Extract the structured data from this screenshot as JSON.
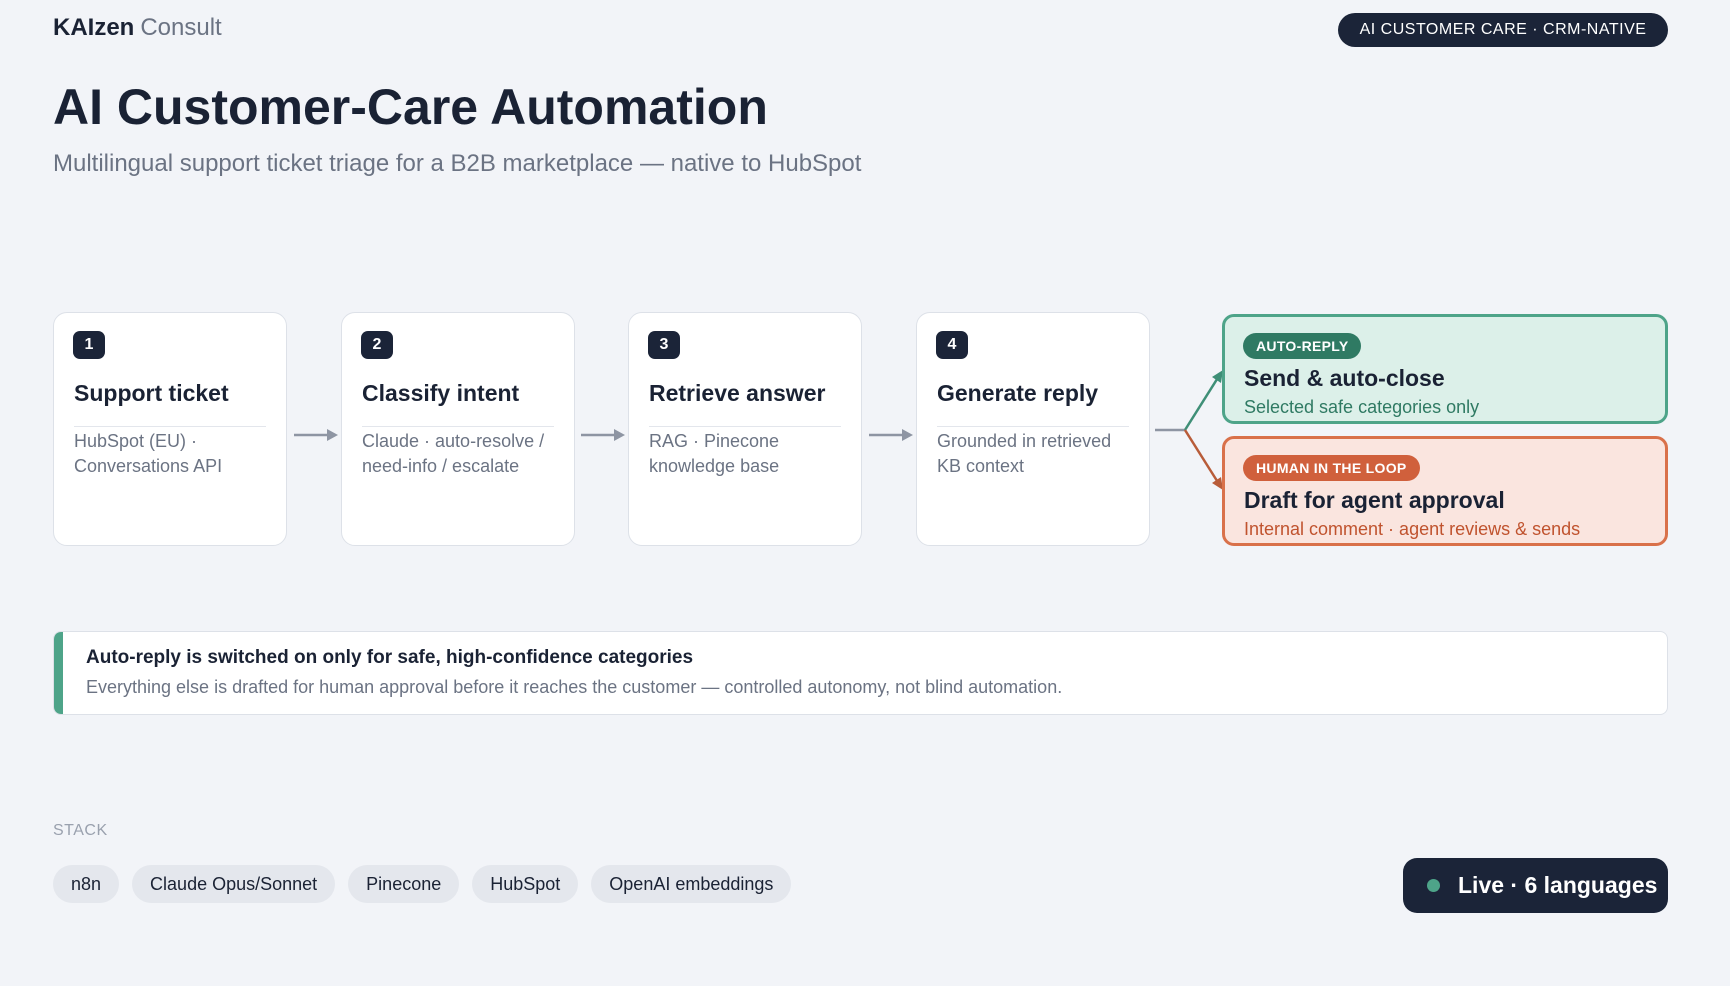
{
  "brand": {
    "name": "KAIzen",
    "suffix": "Consult"
  },
  "top_badge": "AI CUSTOMER CARE · CRM-NATIVE",
  "title": "AI Customer-Care Automation",
  "subtitle": "Multilingual support ticket triage for a B2B marketplace — native to HubSpot",
  "steps": [
    {
      "number": "1",
      "title": "Support ticket",
      "description": "HubSpot (EU) · Conversations API"
    },
    {
      "number": "2",
      "title": "Classify intent",
      "description": "Claude · auto-resolve / need-info / escalate"
    },
    {
      "number": "3",
      "title": "Retrieve answer",
      "description": "RAG · Pinecone knowledge base"
    },
    {
      "number": "4",
      "title": "Generate reply",
      "description": "Grounded in retrieved KB context"
    }
  ],
  "outcomes": {
    "auto": {
      "tag": "AUTO-REPLY",
      "title": "Send & auto-close",
      "description": "Selected safe categories only"
    },
    "human": {
      "tag": "HUMAN IN THE LOOP",
      "title": "Draft for agent approval",
      "description": "Internal comment · agent reviews & sends"
    }
  },
  "callout": {
    "title": "Auto-reply is switched on only for safe, high-confidence categories",
    "description": "Everything else is drafted for human approval before it reaches the customer — controlled autonomy, not blind automation."
  },
  "stack": {
    "label": "STACK",
    "items": [
      "n8n",
      "Claude Opus/Sonnet",
      "Pinecone",
      "HubSpot",
      "OpenAI embeddings"
    ]
  },
  "status": {
    "label": "Live · 6 languages"
  },
  "colors": {
    "navy": "#1b2438",
    "green": "#4ea489",
    "green_dark": "#2f7a63",
    "orange": "#d9714a",
    "arrow_gray": "#8e95a3"
  }
}
